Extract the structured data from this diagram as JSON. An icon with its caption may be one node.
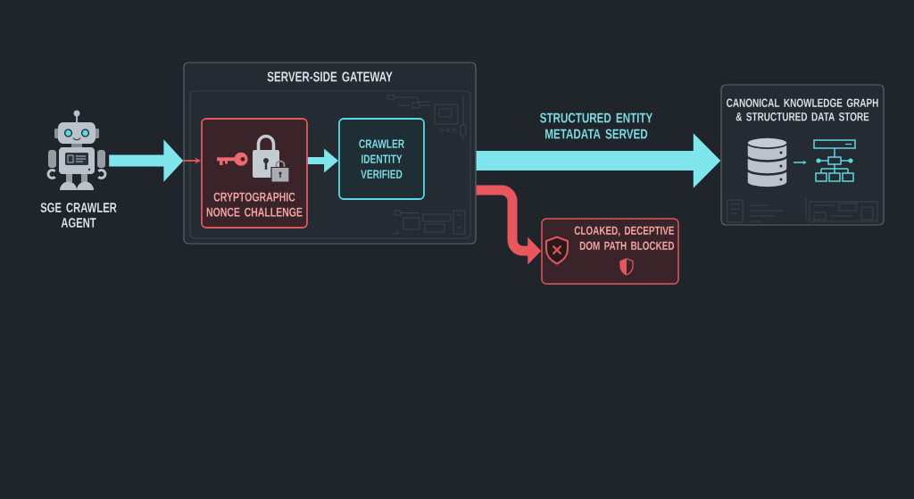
{
  "diagram": {
    "nodes": [
      {
        "text": [],
        "shape": "picture",
        "beside": [
          "SGE CRAWLER AGENT"
        ]
      },
      {
        "text": [
          "SERVER-SIDE GATEWAY"
        ]
      },
      {
        "text": [
          "CRYPTOGRAPHIC NONCE CHALLENGE"
        ],
        "in": 1
      },
      {
        "text": [
          "CRAWLER IDENTITY VERIFIED"
        ],
        "in": 1
      },
      {
        "text": [
          "CLOAKED, DECEPTIVE DOM PATH BLOCKED"
        ]
      },
      {
        "text": [
          "CANONICAL KNOWLEDGE GRAPH & STRUCTURED DATA STORE"
        ]
      }
    ],
    "edges": [
      {
        "from": 0,
        "to": 1,
        "arrow": "to"
      },
      {
        "from": 1,
        "to": 2,
        "arrow": "to",
        "color": "#e8575d"
      },
      {
        "from": 2,
        "to": 3,
        "arrow": "to"
      },
      {
        "from": 1,
        "to": 5,
        "arrow": "to",
        "style": "thick",
        "label": "STRUCTURED ENTITY METADATA SERVED"
      },
      {
        "from": 1,
        "to": 4,
        "arrow": "to",
        "color": "#e8575d"
      }
    ]
  }
}
